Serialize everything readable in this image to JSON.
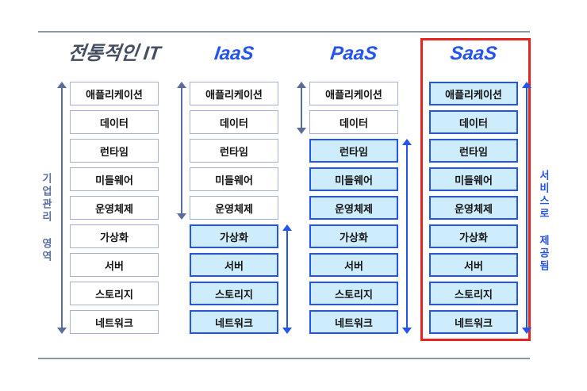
{
  "diagram": {
    "layers": [
      "애플리케이션",
      "데이터",
      "런타임",
      "미들웨어",
      "운영체제",
      "가상화",
      "서버",
      "스토리지",
      "네트워크"
    ],
    "columns": [
      {
        "id": "traditional-it",
        "title": "전통적인 IT",
        "title_style": "dark",
        "service_from_layer": null,
        "managed_arrow_layers": [
          0,
          8
        ],
        "service_arrow_layers": null,
        "highlighted": false
      },
      {
        "id": "iaas",
        "title": "IaaS",
        "title_style": "blue",
        "service_from_layer": 5,
        "managed_arrow_layers": [
          0,
          4
        ],
        "service_arrow_layers": [
          5,
          8
        ],
        "highlighted": false
      },
      {
        "id": "paas",
        "title": "PaaS",
        "title_style": "blue",
        "service_from_layer": 2,
        "managed_arrow_layers": [
          0,
          1
        ],
        "service_arrow_layers": [
          2,
          8
        ],
        "highlighted": false
      },
      {
        "id": "saas",
        "title": "SaaS",
        "title_style": "blue",
        "service_from_layer": 0,
        "managed_arrow_layers": null,
        "service_arrow_layers": [
          0,
          8
        ],
        "highlighted": true
      }
    ],
    "left_label": "기업관리 영역",
    "right_label": "서비스로 제공됨",
    "colors": {
      "accent_blue": "#2353f0",
      "slate_arrow": "#5a6d9e",
      "box_border": "#a6b2cd",
      "service_fill": "#cdecfc",
      "highlight_red": "#e8221e",
      "divider_gray": "#8d99a9",
      "title_dark": "#454f63",
      "box_text": "#141414"
    }
  }
}
